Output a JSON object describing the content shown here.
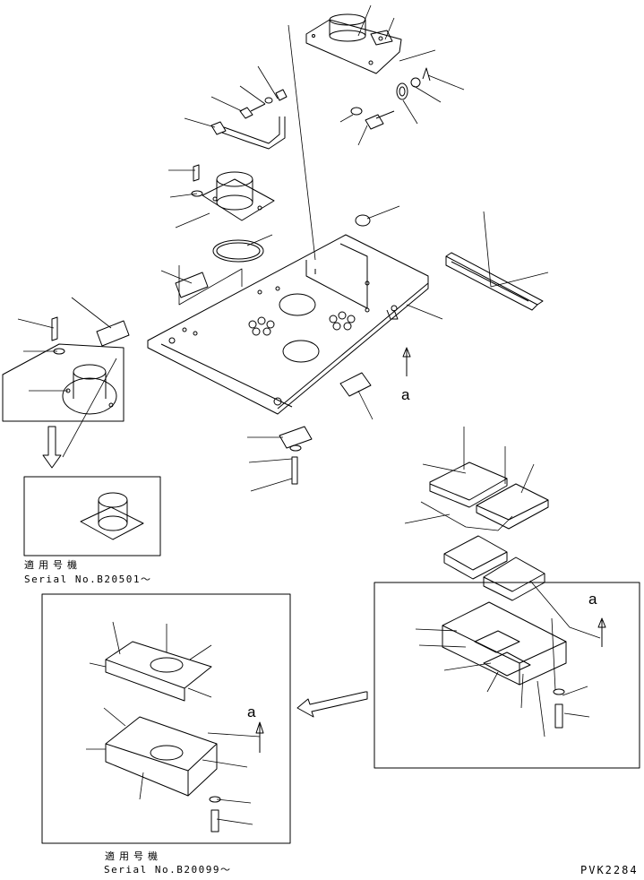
{
  "labels": {
    "arrow_a_main": "a",
    "arrow_a_right_box": "a",
    "arrow_a_left_box": "a",
    "inset_serial_jp": "適用号機",
    "inset_serial": "Serial No.B20501～",
    "bottom_serial_jp": "適用号機",
    "bottom_serial": "Serial No.B20099～",
    "drawing_code": "PVK2284"
  },
  "colors": {
    "line": "#000000",
    "background": "#ffffff"
  }
}
